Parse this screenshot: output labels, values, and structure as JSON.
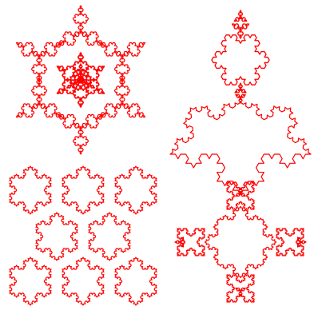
{
  "figure": {
    "background": "#ffffff",
    "stroke_color": "#ff0000",
    "panels": [
      {
        "name": "koch-snowflake-ring"
      },
      {
        "name": "koch-tree"
      },
      {
        "name": "koch-band"
      },
      {
        "name": "koch-cross"
      }
    ]
  }
}
